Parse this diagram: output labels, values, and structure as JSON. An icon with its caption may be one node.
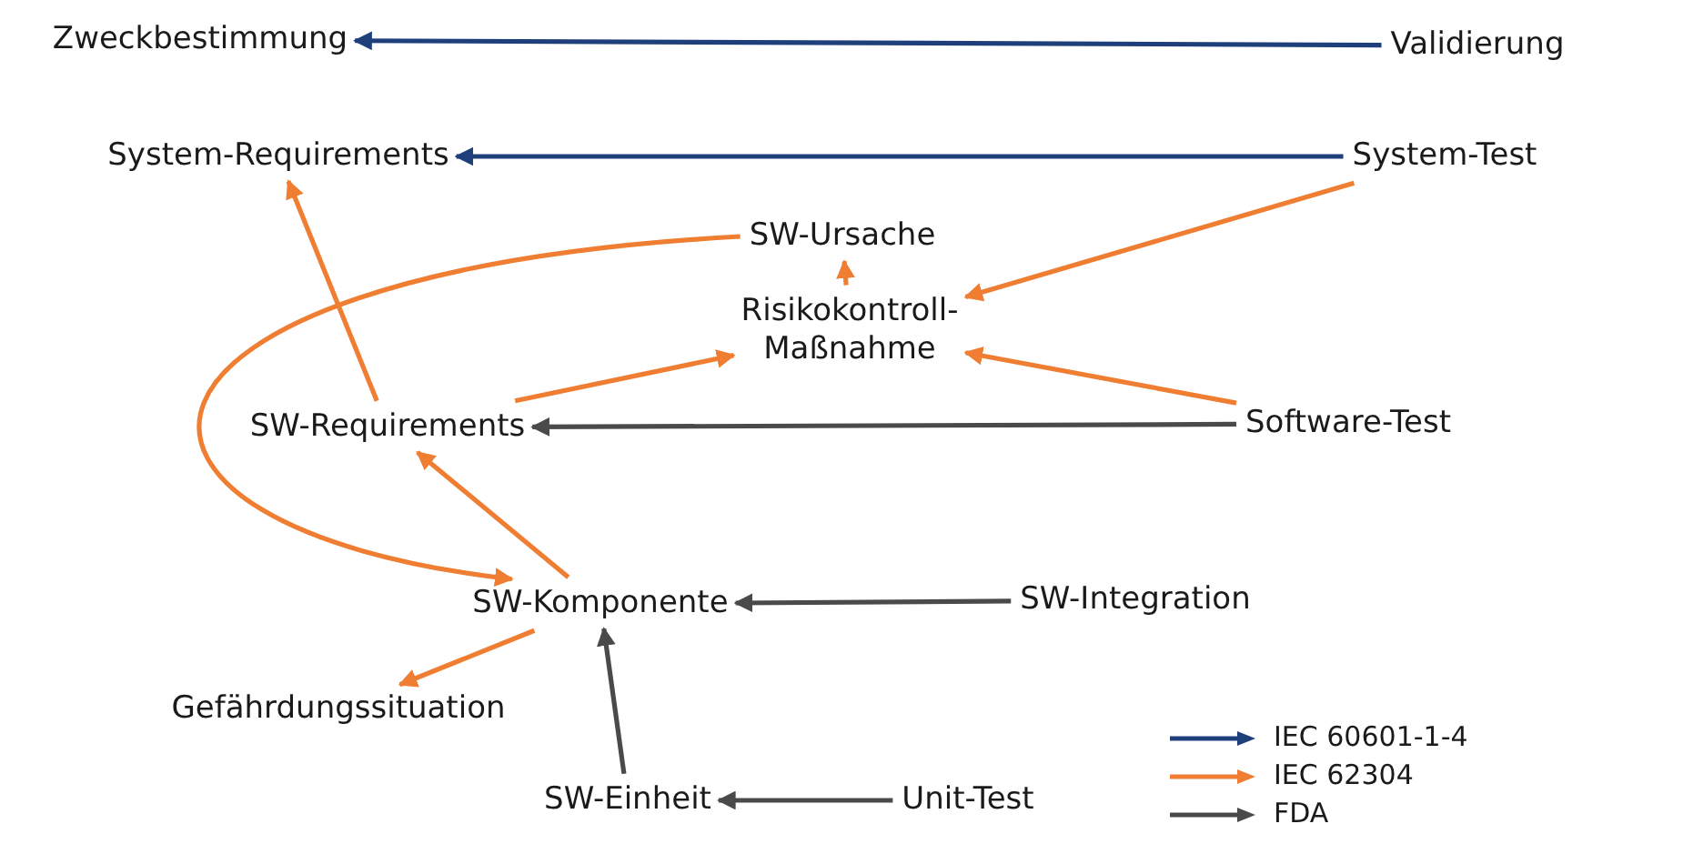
{
  "diagram": {
    "nodes": [
      {
        "text": [
          "Zweckbestimmung"
        ]
      },
      {
        "text": [
          "Validierung"
        ]
      },
      {
        "text": [
          "System-Requirements"
        ]
      },
      {
        "text": [
          "System-Test"
        ]
      },
      {
        "text": [
          "SW-Ursache"
        ]
      },
      {
        "text": [
          "Risikokontroll- Maßnahme"
        ]
      },
      {
        "text": [
          "SW-Requirements"
        ]
      },
      {
        "text": [
          "Software-Test"
        ]
      },
      {
        "text": [
          "SW-Komponente"
        ]
      },
      {
        "text": [
          "SW-Integration"
        ]
      },
      {
        "text": [
          "Gefährdungssituation"
        ]
      },
      {
        "text": [
          "SW-Einheit"
        ]
      },
      {
        "text": [
          "Unit-Test"
        ]
      }
    ],
    "edges": [
      {
        "from": 1,
        "to": 0,
        "arrow": "to",
        "color": "#1f3f7a"
      },
      {
        "from": 3,
        "to": 2,
        "arrow": "to",
        "color": "#1f3f7a"
      },
      {
        "from": 6,
        "to": 2,
        "arrow": "to"
      },
      {
        "from": 3,
        "to": 5,
        "arrow": "to"
      },
      {
        "from": 5,
        "to": 4,
        "arrow": "to"
      },
      {
        "from": 6,
        "to": 5,
        "arrow": "to"
      },
      {
        "from": 7,
        "to": 5,
        "arrow": "to"
      },
      {
        "from": 4,
        "to": 8,
        "arrow": "to"
      },
      {
        "from": 7,
        "to": 6,
        "arrow": "to",
        "color": "#4a4a4a"
      },
      {
        "from": 8,
        "to": 6,
        "arrow": "to"
      },
      {
        "from": 9,
        "to": 8,
        "arrow": "to",
        "color": "#4a4a4a"
      },
      {
        "from": 8,
        "to": 10,
        "arrow": "to"
      },
      {
        "from": 11,
        "to": 8,
        "arrow": "to",
        "color": "#4a4a4a"
      },
      {
        "from": 12,
        "to": 11,
        "arrow": "to",
        "color": "#4a4a4a"
      }
    ],
    "legend": [
      {
        "text": "IEC 60601-1-4"
      },
      {
        "text": "IEC 62304"
      },
      {
        "text": "FDA"
      }
    ]
  }
}
